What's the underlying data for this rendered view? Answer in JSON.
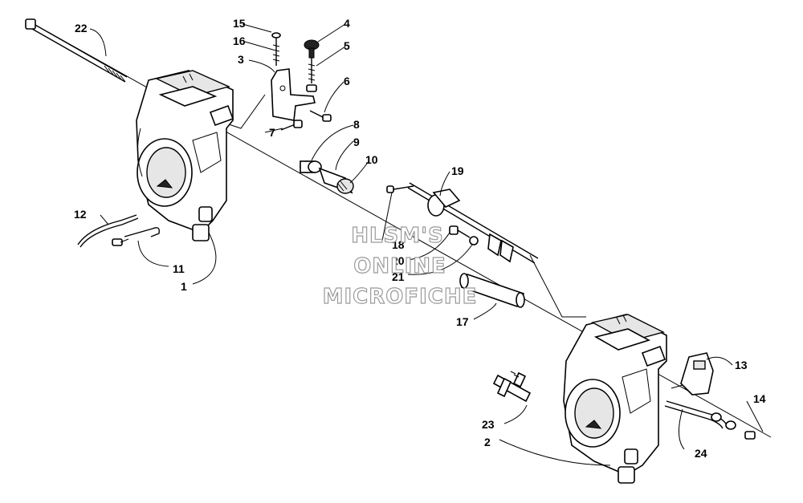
{
  "watermark": {
    "line1": "HLSM'S",
    "line2": "ONLINE",
    "line3": "MICROFICHE"
  },
  "callouts": [
    "1",
    "2",
    "3",
    "4",
    "5",
    "6",
    "7",
    "8",
    "9",
    "10",
    "11",
    "12",
    "13",
    "14",
    "15",
    "16",
    "17",
    "18",
    "19",
    "20",
    "21",
    "22",
    "23",
    "24"
  ]
}
